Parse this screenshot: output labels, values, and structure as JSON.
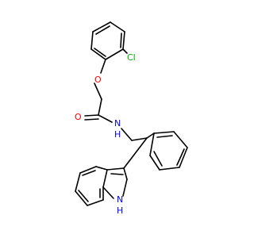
{
  "colors": {
    "background": "#ffffff",
    "bond": "#000000",
    "oxygen": "#ff0000",
    "nitrogen": "#0000ff",
    "chlorine": "#00aa00"
  },
  "atoms": {
    "chlorine": "Cl",
    "ether_oxygen": "O",
    "carbonyl_oxygen": "O",
    "amide_nitrogen": "N",
    "amide_hydrogen": "H",
    "indole_nitrogen": "N",
    "indole_hydrogen": "H"
  }
}
